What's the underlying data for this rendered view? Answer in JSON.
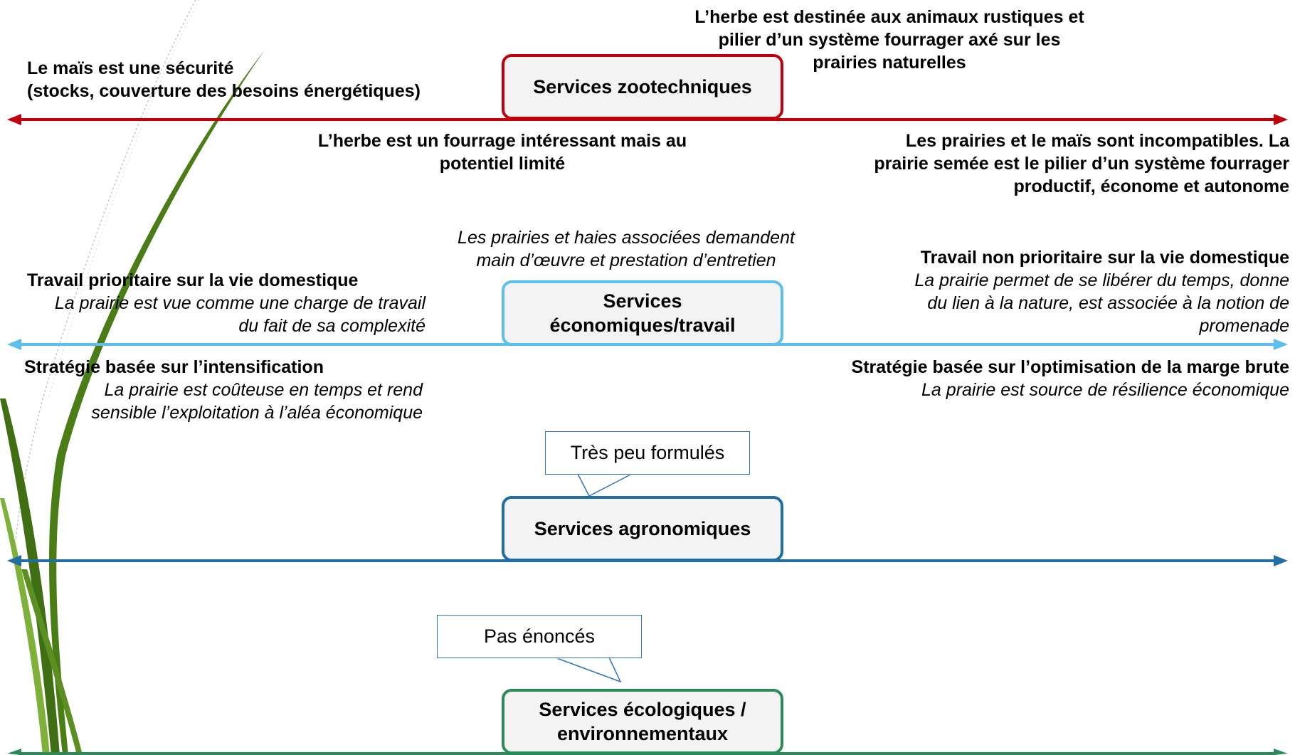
{
  "colors": {
    "zootechnique": "#c0000c",
    "economique": "#5bc0eb",
    "agronomique": "#1f6ea5",
    "ecologique": "#2a8a5a",
    "callout_border": "#2e75b6",
    "grass_dark": "#4a7d16",
    "grass_light": "#7fb03a"
  },
  "zoo": {
    "box": "Services zootechniques",
    "top_left": "Le maïs est une sécurité\n(stocks, couverture des besoins énergétiques)",
    "top_right": "L’herbe est destinée aux animaux rustiques et\npilier d’un système fourrager axé sur les\nprairies naturelles",
    "bottom_center": "L’herbe est un fourrage intéressant mais au\npotentiel limité",
    "bottom_right": "Les prairies et le maïs sont incompatibles. La\nprairie semée est le pilier d’un système fourrager\nproductif, économe et autonome"
  },
  "eco": {
    "box": "Services\néconomiques/travail",
    "top_center": "Les prairies et haies associées demandent\nmain d’œuvre et prestation d’entretien",
    "top_left_title": "Travail prioritaire sur la vie domestique",
    "top_left_body": "La prairie est vue comme une charge de travail\ndu fait de sa complexité",
    "top_right_title": "Travail non prioritaire sur la vie domestique",
    "top_right_body": "La prairie permet de se libérer du temps, donne\ndu lien à la nature, est associée à la notion de\npromenade",
    "bottom_left_title": "Stratégie basée sur l’intensification",
    "bottom_left_body": "La prairie est coûteuse en temps et rend\nsensible l’exploitation à l’aléa économique",
    "bottom_right_title": "Stratégie basée sur l’optimisation de la marge brute",
    "bottom_right_body": "La prairie est source de résilience économique"
  },
  "agro": {
    "box": "Services agronomiques",
    "callout": "Très peu formulés"
  },
  "ecolo": {
    "box": "Services écologiques /\nenvironnementaux",
    "callout": "Pas énoncés"
  }
}
